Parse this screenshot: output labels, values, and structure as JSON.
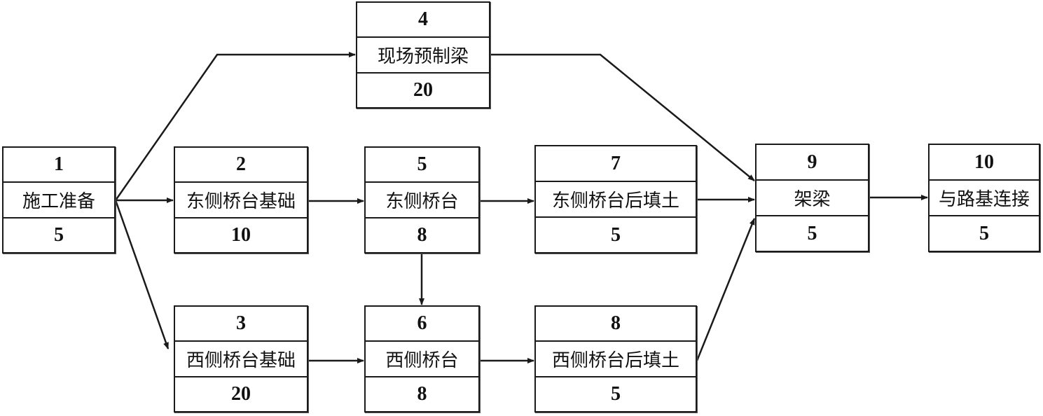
{
  "nodes": [
    {
      "id": "1",
      "name": "施工准备",
      "duration": "5"
    },
    {
      "id": "2",
      "name": "东侧桥台基础",
      "duration": "10"
    },
    {
      "id": "3",
      "name": "西侧桥台基础",
      "duration": "20"
    },
    {
      "id": "4",
      "name": "现场预制梁",
      "duration": "20"
    },
    {
      "id": "5",
      "name": "东侧桥台",
      "duration": "8"
    },
    {
      "id": "6",
      "name": "西侧桥台",
      "duration": "8"
    },
    {
      "id": "7",
      "name": "东侧桥台后填土",
      "duration": "5"
    },
    {
      "id": "8",
      "name": "西侧桥台后填土",
      "duration": "5"
    },
    {
      "id": "9",
      "name": "架梁",
      "duration": "5"
    },
    {
      "id": "10",
      "name": "与路基连接",
      "duration": "5"
    }
  ],
  "edges": [
    {
      "from": "1",
      "to": "4"
    },
    {
      "from": "1",
      "to": "2"
    },
    {
      "from": "1",
      "to": "3"
    },
    {
      "from": "2",
      "to": "5"
    },
    {
      "from": "3",
      "to": "6"
    },
    {
      "from": "5",
      "to": "7"
    },
    {
      "from": "5",
      "to": "6"
    },
    {
      "from": "6",
      "to": "8"
    },
    {
      "from": "4",
      "to": "9"
    },
    {
      "from": "7",
      "to": "9"
    },
    {
      "from": "8",
      "to": "9"
    },
    {
      "from": "9",
      "to": "10"
    }
  ]
}
